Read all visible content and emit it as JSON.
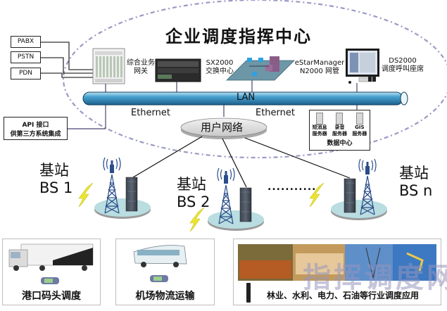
{
  "title": "企业调度指挥中心",
  "external_networks": [
    "PABX",
    "PSTN",
    "PDN"
  ],
  "api_box": {
    "line1": "API 接口",
    "line2": "供第三方系统集成"
  },
  "devices": {
    "gateway": {
      "line1": "综合业务",
      "line2": "网关"
    },
    "switch": {
      "line1": "SX2000",
      "line2": "交换中心"
    },
    "nms": {
      "line1": "eStarManager",
      "line2": "N2000 网管"
    },
    "console": {
      "line1": "DS2000",
      "line2": "调度呼叫座席"
    }
  },
  "lan_label": "LAN",
  "ethernet_left": "Ethernet",
  "ethernet_right": "Ethernet",
  "user_network": "用户网络",
  "data_center": {
    "title": "数据中心",
    "servers": [
      {
        "line1": "短消息",
        "line2": "服务器"
      },
      {
        "line1": "录音",
        "line2": "服务器"
      },
      {
        "line1": "GIS",
        "line2": "服务器"
      }
    ]
  },
  "base_stations": [
    {
      "cn": "基站",
      "en": "BS 1"
    },
    {
      "cn": "基站",
      "en": "BS 2"
    },
    {
      "cn": "基站",
      "en": "BS n"
    }
  ],
  "ellipsis": "...........",
  "panels": [
    {
      "caption": "港口码头调度",
      "image": "truck"
    },
    {
      "caption": "机场物流运输",
      "image": "bus"
    },
    {
      "caption": "林业、水利、电力、石油等行业调度应用",
      "image": "industry-photos"
    }
  ],
  "watermark": "指挥调度网",
  "colors": {
    "lan_pipe": "#2f86b8",
    "dash_ellipse": "#9a9ac4",
    "base_disc": "#b9dde0",
    "tower": "#2a4d8a",
    "lightning": "#e8e23a"
  }
}
